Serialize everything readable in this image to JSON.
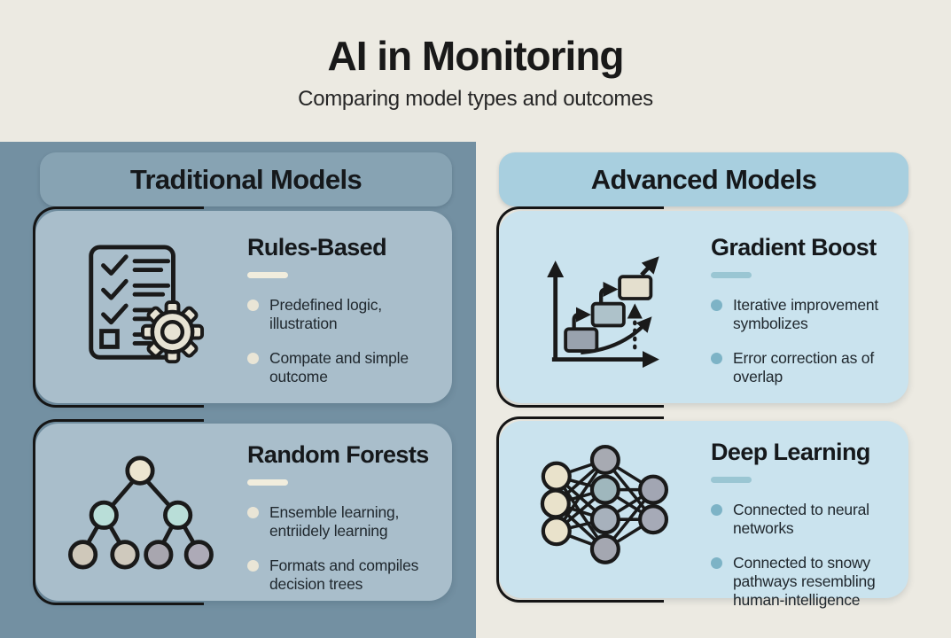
{
  "header": {
    "title": "AI in Monitoring",
    "subtitle": "Comparing model types and outcomes"
  },
  "columns": [
    {
      "id": "traditional",
      "header": "Traditional Models",
      "cards": [
        {
          "title": "Rules-Based",
          "icon": "checklist-gear-icon",
          "bullets": [
            "Predefined logic, illustration",
            "Compate and simple outcome"
          ]
        },
        {
          "title": "Random Forests",
          "icon": "decision-tree-icon",
          "bullets": [
            "Ensemble learning, entriidely learning",
            "Formats and compiles decision trees"
          ]
        }
      ]
    },
    {
      "id": "advanced",
      "header": "Advanced Models",
      "cards": [
        {
          "title": "Gradient Boost",
          "icon": "gradient-boost-chart-icon",
          "bullets": [
            "Iterative improvement symbolizes",
            "Error correction as of overlap"
          ]
        },
        {
          "title": "Deep Learning",
          "icon": "neural-network-icon",
          "bullets": [
            "Connected to neural networks",
            "Connected to snowy pathways resembling human-intelligence"
          ]
        }
      ]
    }
  ],
  "colors": {
    "page-bg": "#eceae2",
    "left-panel": "#7390a2",
    "left-band": "#87a3b3",
    "left-card": "#a9becb",
    "right-band": "#a8cfdf",
    "right-card": "#cae3ee",
    "ink": "#1a1a1a",
    "left-accent": "#f1eddd",
    "right-accent": "#9ac6d3",
    "left-dot": "#e9e5d6",
    "right-dot": "#7db3c6"
  }
}
